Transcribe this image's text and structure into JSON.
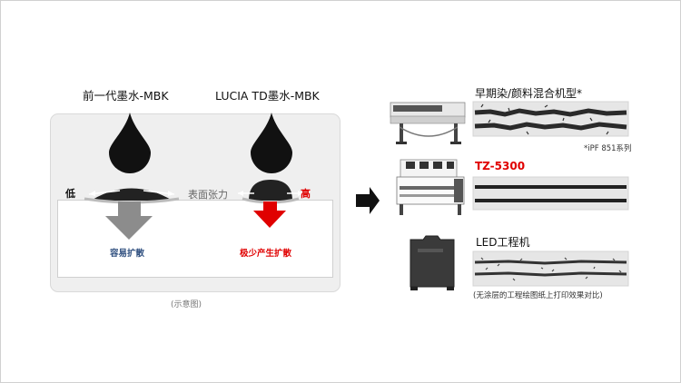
{
  "labels": {
    "prev_ink": "前一代墨水-MBK",
    "lucia_ink": "LUCIA TD墨水-MBK",
    "low": "低",
    "surface_tension": "表面张力",
    "high": "高",
    "spread_easy": "容易扩散",
    "spread_little": "极少产生扩散",
    "schematic": "(示意图)"
  },
  "printers": [
    {
      "title": "早期染/颜料混合机型*",
      "note": "*iPF 851系列"
    },
    {
      "title": "TZ-5300",
      "note": ""
    },
    {
      "title": "LED工程机",
      "note": "(无涂层的工程绘图纸上打印效果对比)"
    }
  ],
  "colors": {
    "accent_red": "#e00000",
    "arrow_gray": "#8c8c8c",
    "ink_black": "#111111",
    "spread_blue": "#2f4f7f"
  },
  "icons": [
    "ink-drop-icon",
    "down-arrow-icon",
    "right-arrow-icon",
    "printer-icon"
  ]
}
